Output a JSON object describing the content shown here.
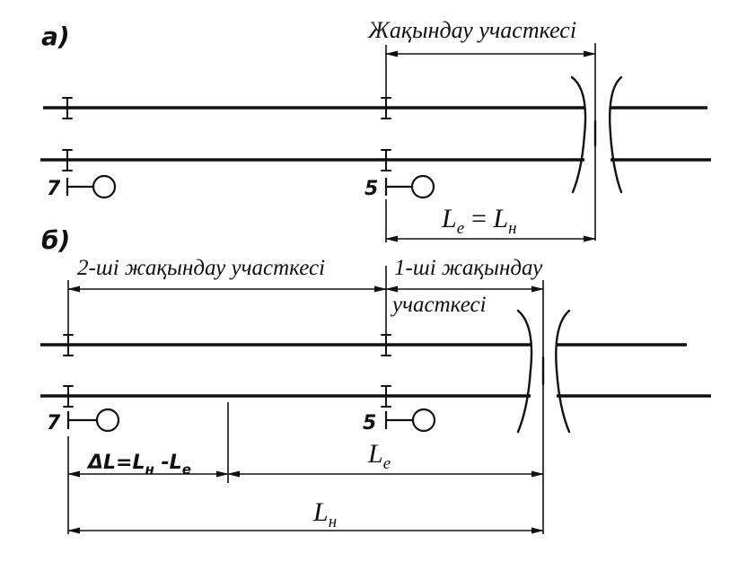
{
  "panel_a": {
    "letter": "а)",
    "approach_label": "Жақындау участкесі",
    "signal_7": "7",
    "signal_5": "5",
    "le_symbol": "L",
    "le_sub": "e",
    "eq": "=",
    "ln_symbol": "L",
    "ln_sub": "н"
  },
  "panel_b": {
    "letter": "б)",
    "second_label": "2-ші жақындау участкесі",
    "first_label_line1": "1-ші жақындау",
    "first_label_line2": "участкесі",
    "signal_7": "7",
    "signal_5": "5",
    "delta_text": "ΔL=L",
    "delta_sub1": "н",
    "delta_minus": " -L",
    "delta_sub2": "e",
    "le_symbol": "L",
    "le_sub": "e",
    "ln_symbol": "L",
    "ln_sub": "н"
  }
}
